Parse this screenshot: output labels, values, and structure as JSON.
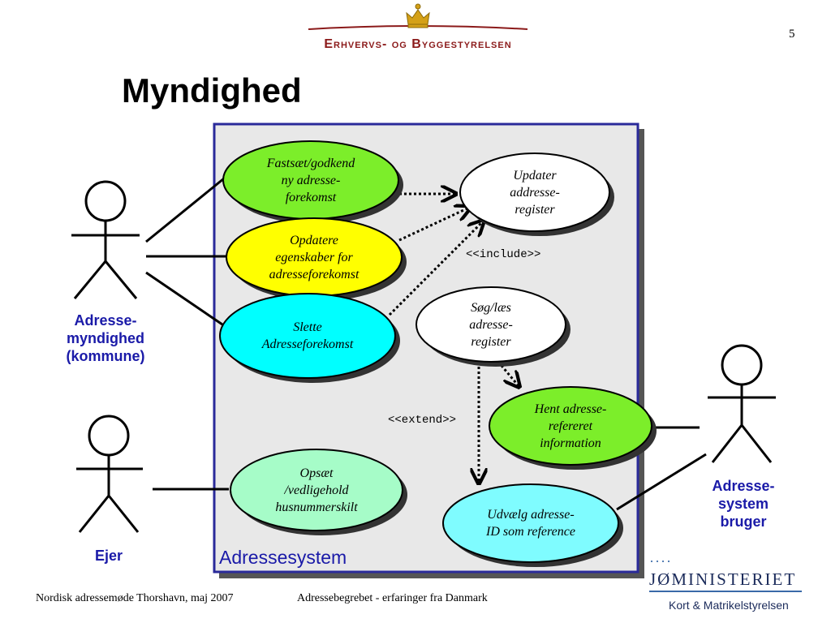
{
  "page_number": "5",
  "logo": {
    "text": "Erhvervs- og Byggestyrelsen",
    "crown_icon": "crown-icon"
  },
  "title": "Myndighed",
  "system": {
    "label": "Adressesystem"
  },
  "use_cases": {
    "fastsaet": "Fastsæt/godkend\nny adresse-\nforekomst",
    "updater": "Updater\naddresse-\nregister",
    "opdatere": "Opdatere\negenskaber for\nadresseforekomst",
    "slette": "Slette\nAdresseforekomst",
    "soeg": "Søg/læs\nadresse-\nregister",
    "hent": "Hent adresse-\nrefereret\ninformation",
    "opsaet": "Opsæt\n/vedligehold\nhusnummerskilt",
    "udvaelg": "Udvælg adresse-\nID som reference"
  },
  "stereotypes": {
    "include": "<<include>>",
    "extend": "<<extend>>"
  },
  "actors": {
    "myndighed": "Adresse-\nmyndighed\n(kommune)",
    "ejer": "Ejer",
    "bruger": "Adresse-\nsystem\nbruger"
  },
  "colors": {
    "green": "#7cee2a",
    "yellow": "#ffff00",
    "cyan": "#00ffff",
    "white": "#ffffff",
    "mint": "#a6fcc8",
    "light_cyan": "#7ffcff",
    "system_fill": "#e8e8e8",
    "system_border": "#2a2a9a",
    "actor_label": "#1a1aa8"
  },
  "footer": {
    "left": "Nordisk adressemøde Thorshavn, maj 2007",
    "middle": "Adressebegrebet - erfaringer fra Danmark"
  },
  "ministry": {
    "dots": "····",
    "name": "JØMINISTERIET",
    "agency": "Kort & Matrikelstyrelsen"
  }
}
